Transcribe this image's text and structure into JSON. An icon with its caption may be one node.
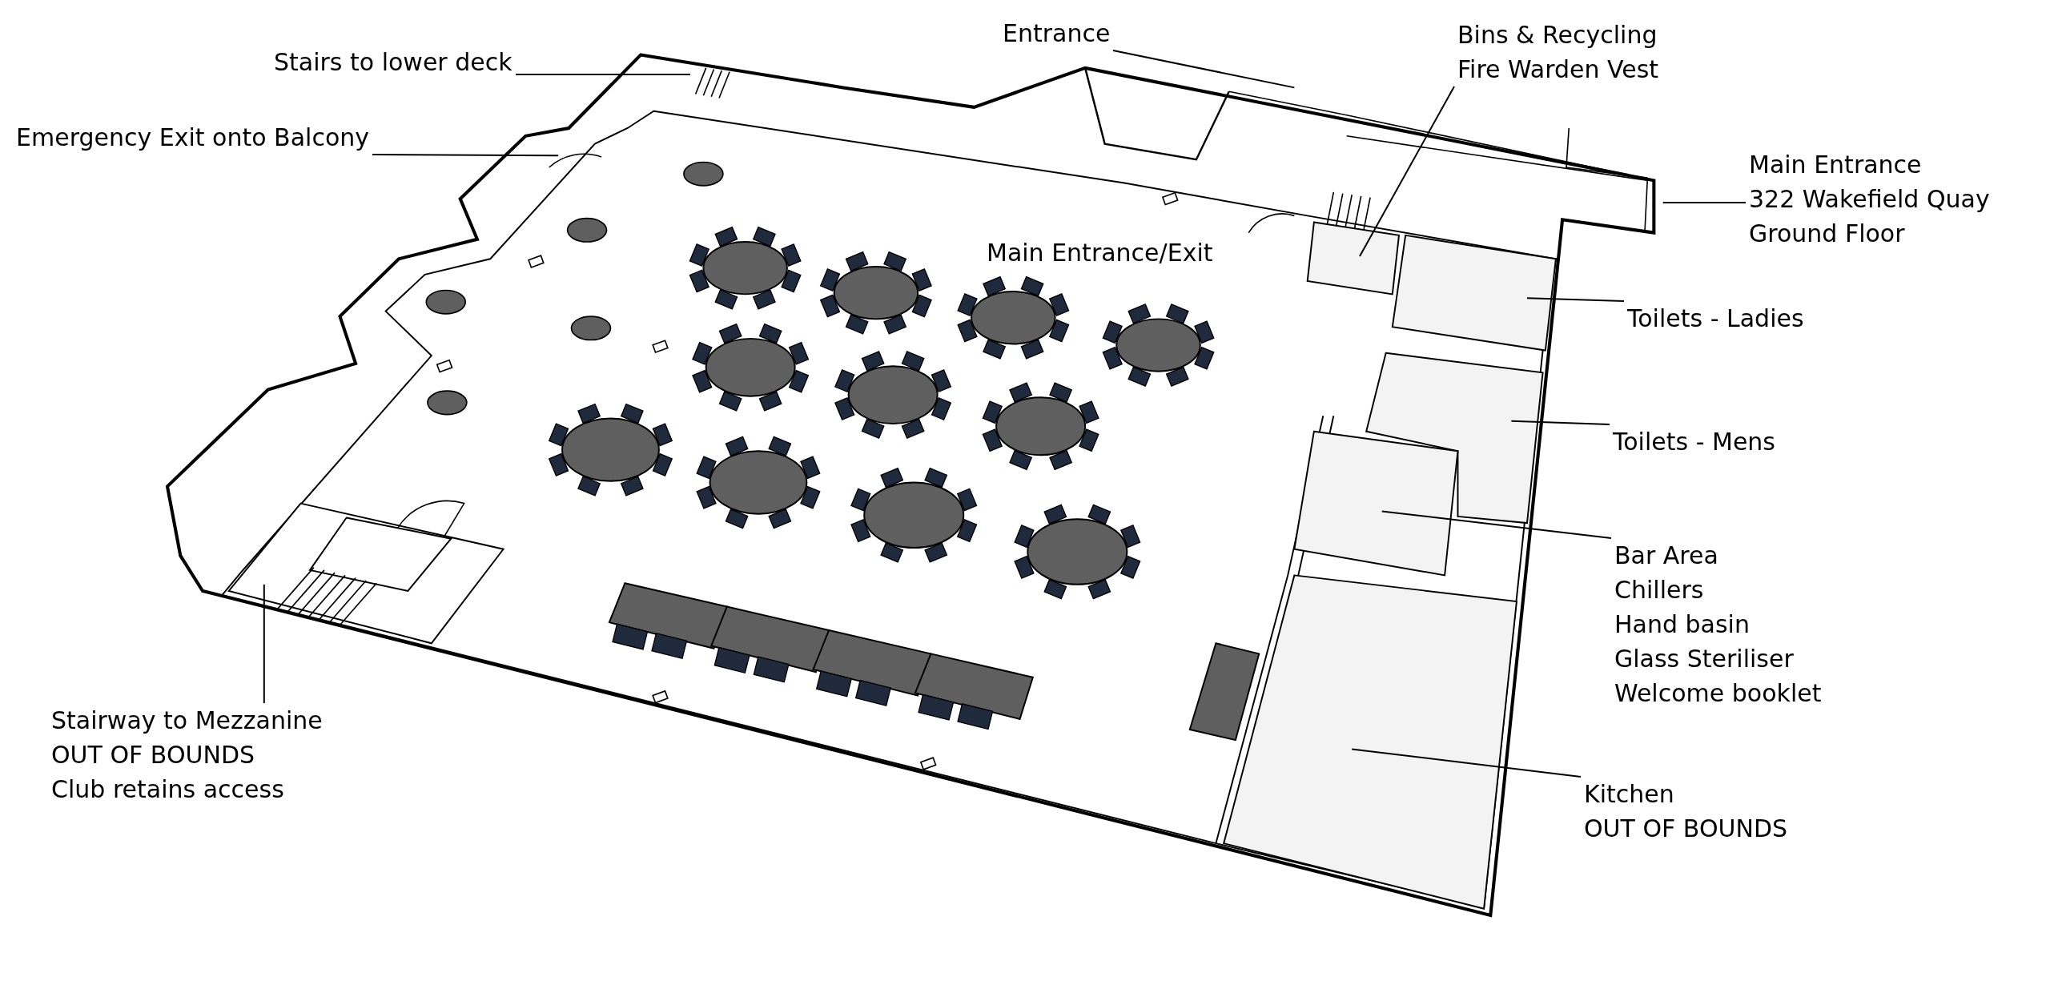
{
  "diagram": {
    "nodes": [
      {
        "text": [
          "Stairs to lower deck"
        ]
      },
      {
        "text": [
          "Emergency Exit onto Balcony"
        ]
      },
      {
        "text": [
          "Entrance"
        ]
      },
      {
        "text": [
          "Bins & Recycling",
          "Fire Warden Vest"
        ]
      },
      {
        "text": [
          "Main Entrance",
          "322 Wakefield Quay",
          "Ground Floor"
        ]
      },
      {
        "text": [
          "Toilets - Ladies"
        ]
      },
      {
        "text": [
          "Toilets - Mens"
        ]
      },
      {
        "text": [
          "Bar Area",
          "Chillers",
          "Hand basin",
          "Glass Steriliser",
          "Welcome booklet"
        ]
      },
      {
        "text": [
          "Kitchen",
          "OUT OF BOUNDS"
        ]
      },
      {
        "text": [
          "Stairway to Mezzanine",
          "OUT OF BOUNDS",
          "Club retains access"
        ]
      },
      {
        "text": [],
        "shape": "picture"
      },
      {
        "text": [],
        "shape": "box"
      },
      {
        "text": [],
        "shape": "box"
      },
      {
        "text": [],
        "shape": "box"
      },
      {
        "text": [],
        "shape": "box"
      },
      {
        "text": [],
        "shape": "box"
      },
      {
        "text": [],
        "shape": "box"
      }
    ],
    "edges": [
      {
        "from": 0,
        "to": null,
        "arrow": "none"
      },
      {
        "from": 1,
        "to": null,
        "arrow": "none"
      },
      {
        "from": 2,
        "to": null,
        "arrow": "none"
      },
      {
        "from": 3,
        "to": 11,
        "arrow": "none"
      },
      {
        "from": 4,
        "to": null,
        "arrow": "none"
      },
      {
        "from": 5,
        "to": 12,
        "arrow": "none"
      },
      {
        "from": 6,
        "to": 13,
        "arrow": "none"
      },
      {
        "from": 7,
        "to": 14,
        "arrow": "none"
      },
      {
        "from": 8,
        "to": 16,
        "arrow": "none"
      },
      {
        "from": 9,
        "to": 10,
        "arrow": "none"
      }
    ],
    "labels": [
      "Main Entrance/Exit"
    ]
  }
}
